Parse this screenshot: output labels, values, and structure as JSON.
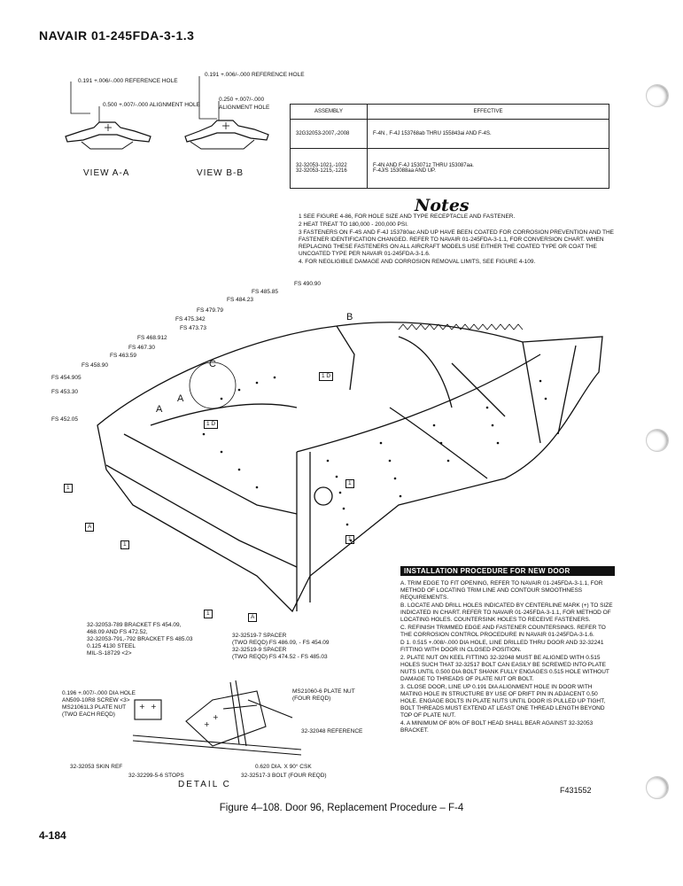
{
  "header": {
    "title": "NAVAIR  01-245FDA-3-1.3"
  },
  "views": {
    "aa": {
      "ref_hole": "0.191 +.006/-.000 REFERENCE HOLE",
      "align_hole": "0.500 +.007/-.000 ALIGNMENT HOLE",
      "label": "VIEW A-A"
    },
    "bb": {
      "ref_hole": "0.191 +.006/-.000 REFERENCE HOLE",
      "align_hole_1": "0.250 +.007/-.000",
      "align_hole_2": "ALIGNMENT HOLE",
      "label": "VIEW B-B"
    }
  },
  "effectivity": {
    "headers": [
      "ASSEMBLY",
      "EFFECTIVE"
    ],
    "rows": [
      [
        "32G32053-2007,-2008",
        "F-4N , F-4J 153768ab THRU 155843ai AND F-4S."
      ],
      [
        "32-32053-1021,-1022",
        "F-4N AND F-4J 153071z THRU 153087aa."
      ],
      [
        "32-32053-1215,-1216",
        "F-4J/S 153088aa AND UP."
      ]
    ]
  },
  "notes": {
    "title": "Notes",
    "items": [
      "1 SEE FIGURE 4-86, FOR HOLE SIZE AND TYPE RECEPTACLE AND FASTENER.",
      "2 HEAT TREAT TO 180,000 - 200,000 PSI.",
      "3 FASTENERS ON F-4S AND F-4J 153780ac AND UP HAVE BEEN COATED FOR CORROSION PREVENTION AND THE FASTENER IDENTIFICATION CHANGED. REFER TO NAVAIR 01-245FDA-3-1.1, FOR CONVERSION CHART. WHEN REPLACING THESE FASTENERS ON ALL AIRCRAFT MODELS USE EITHER THE COATED TYPE OR COAT THE UNCOATED TYPE PER NAVAIR 01-245FDA-3-1.6.",
      "4. FOR NEGLIGIBLE DAMAGE AND CORROSION REMOVAL LIMITS, SEE FIGURE 4-109."
    ]
  },
  "stations": [
    "FS 490.90",
    "FS 485.85",
    "FS 484.23",
    "FS 479.79",
    "FS 475.342",
    "FS 473.73",
    "FS 468.912",
    "FS 467.30",
    "FS 463.59",
    "FS 458.90",
    "FS 454.905",
    "FS 453.30",
    "FS 452.05"
  ],
  "callouts": {
    "a": "A",
    "b": "B",
    "c": "C",
    "one": "1",
    "oned": "1 D",
    "a_box": "A"
  },
  "detail_labels": {
    "bracket": "32-32053-789 BRACKET FS 454.09,\n468.09 AND FS 472.52,\n32-32053-791,-792 BRACKET FS 485.03\n0.125 4130 STEEL\nMIL-S-18729 <2>",
    "spacer": "32-32519-7 SPACER\n(TWO REQD) FS 486.09, - FS 454.09\n32-32519-9 SPACER\n(TWO REQD) FS 474.52 - FS 485.03",
    "dia_hole": "0.196 +.007/-.000 DIA HOLE\nAN509-10R8 SCREW <3>\nMS21061L3 PLATE NUT\n(TWO EACH REQD)",
    "plate_nut": "MS21060-6 PLATE NUT\n(FOUR REQD)",
    "reference": "32-32048 REFERENCE",
    "skin": "32-32053 SKIN REF",
    "stops": "32-32299-5-6 STOPS",
    "csk": "0.620 DIA. X 90° CSK",
    "bolt": "32-32517-3 BOLT (FOUR REQD)",
    "detail": "DETAIL  C"
  },
  "installation": {
    "title": "INSTALLATION PROCEDURE FOR NEW DOOR",
    "steps": [
      "A.  TRIM EDGE TO FIT OPENING, REFER TO NAVAIR 01-245FDA-3-1.1, FOR METHOD OF LOCATING TRIM LINE AND CONTOUR SMOOTHNESS REQUIREMENTS.",
      "B.  LOCATE AND DRILL HOLES INDICATED BY CENTERLINE MARK (+) TO SIZE INDICATED IN CHART. REFER TO NAVAIR 01-245FDA-3-1.1, FOR METHOD OF LOCATING HOLES. COUNTERSINK HOLES TO RECEIVE FASTENERS.",
      "C.  REFINISH TRIMMED EDGE AND FASTENER COUNTERSINKS. REFER TO THE CORROSION CONTROL PROCEDURE IN NAVAIR 01-245FDA-3-1.6.",
      "D 1.  0.515 +.008/-.000 DIA HOLE, LINE DRILLED THRU DOOR AND 32-32241 FITTING WITH DOOR IN CLOSED POSITION.",
      "2.  PLATE NUT ON KEEL FITTING 32-32048 MUST BE ALIGNED WITH 0.515 HOLES SUCH THAT 32-32517 BOLT CAN EASILY BE SCREWED INTO PLATE NUTS UNTIL 0.500 DIA BOLT SHANK FULLY ENGAGES 0.515 HOLE WITHOUT DAMAGE TO THREADS OF PLATE NUT OR BOLT.",
      "3.  CLOSE DOOR, LINE UP 0.191 DIA ALIGNMENT HOLE IN DOOR WITH MATING HOLE IN STRUCTURE BY USE OF DRIFT PIN IN ADJACENT 0.50 HOLE. ENGAGE BOLTS IN PLATE NUTS UNTIL DOOR IS PULLED UP TIGHT, BOLT THREADS MUST EXTEND AT LEAST ONE THREAD LENGTH BEYOND TOP OF PLATE NUT.",
      "4.  A MINIMUM OF 80% OF BOLT HEAD SHALL BEAR AGAINST 32-32053 BRACKET."
    ]
  },
  "figure": {
    "id": "F431552",
    "caption": "Figure 4–108. Door 96, Replacement Procedure – F-4",
    "page": "4-184"
  }
}
